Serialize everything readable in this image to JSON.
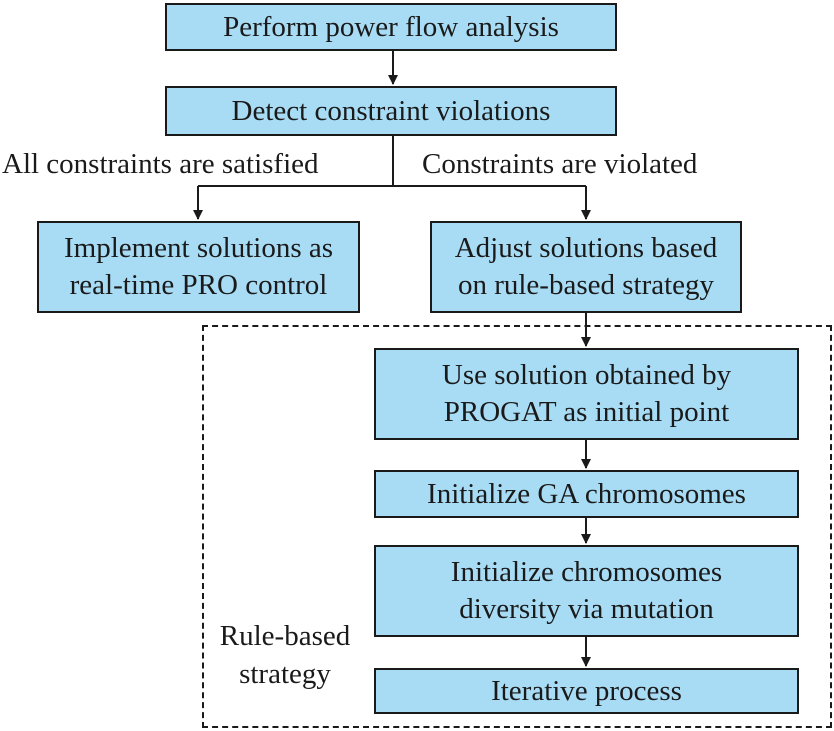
{
  "nodes": {
    "power_flow": [
      "Perform power flow analysis"
    ],
    "detect": [
      "Detect constraint violations"
    ],
    "implement": [
      "Implement solutions as",
      "real-time PRO control"
    ],
    "adjust": [
      "Adjust solutions based",
      "on rule-based strategy"
    ],
    "use_solution": [
      "Use solution obtained by",
      "PROGAT as initial point"
    ],
    "init_ga": [
      "Initialize GA chromosomes"
    ],
    "init_diversity": [
      "Initialize chromosomes",
      "diversity via mutation"
    ],
    "iterative": [
      "Iterative process"
    ]
  },
  "branch_labels": {
    "satisfied": "All constraints are satisfied",
    "violated": "Constraints are violated"
  },
  "region": {
    "label": [
      "Rule-based",
      "strategy"
    ]
  },
  "colors": {
    "box_fill": "#a8dcf5",
    "stroke": "#1a1a1a"
  }
}
